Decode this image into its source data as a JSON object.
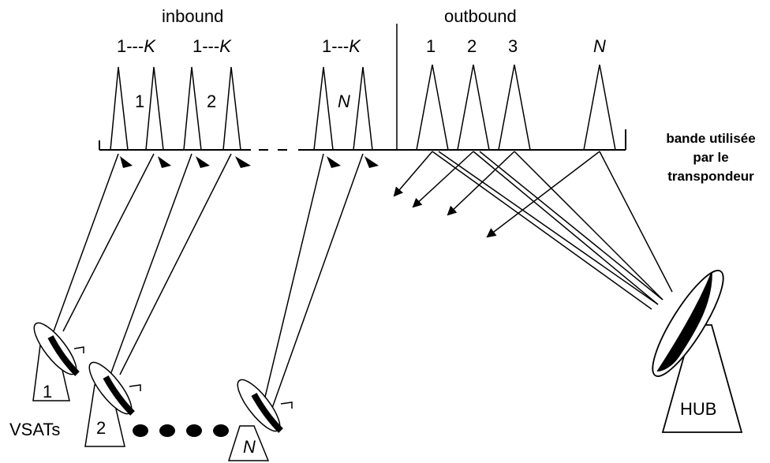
{
  "header": {
    "inbound": "inbound",
    "outbound": "outbound"
  },
  "inbound_groups": [
    {
      "range": "1---",
      "k": "K",
      "carrier_label": "1"
    },
    {
      "range": "1---",
      "k": "K",
      "carrier_label": "2"
    },
    {
      "range": "1---",
      "k": "K",
      "carrier_label": "N"
    }
  ],
  "outbound_carriers": [
    "1",
    "2",
    "3",
    "N"
  ],
  "band_label": {
    "line1": "bande utilisée",
    "line2": "par le",
    "line3": "transpondeur"
  },
  "vsats": {
    "group_label": "VSATs",
    "labels": [
      "1",
      "2",
      "N"
    ]
  },
  "hub": {
    "label": "HUB"
  },
  "colors": {
    "ink": "#000000",
    "background": "#ffffff"
  }
}
